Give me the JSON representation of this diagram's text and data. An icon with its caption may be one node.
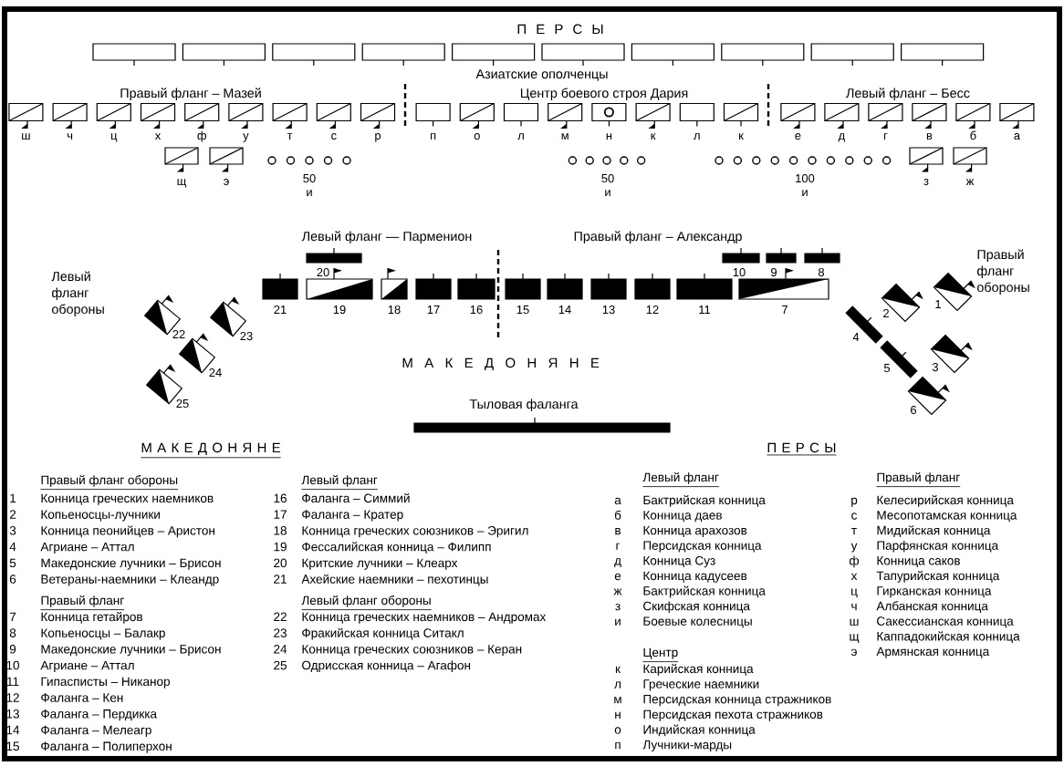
{
  "diagram": {
    "nodes": [
      {
        "text": [],
        "shape": "box"
      },
      {
        "text": [],
        "shape": "box"
      },
      {
        "text": [],
        "shape": "box"
      },
      {
        "text": [],
        "shape": "box"
      },
      {
        "text": [],
        "shape": "box"
      },
      {
        "text": [],
        "shape": "box"
      },
      {
        "text": [],
        "shape": "box"
      },
      {
        "text": [],
        "shape": "box"
      },
      {
        "text": [],
        "shape": "box"
      },
      {
        "text": [],
        "shape": "box"
      },
      {
        "text": [],
        "shape": "box",
        "beside": [
          "ш"
        ]
      },
      {
        "text": [],
        "shape": "box",
        "beside": [
          "ч"
        ]
      },
      {
        "text": [],
        "shape": "box",
        "beside": [
          "ц"
        ]
      },
      {
        "text": [],
        "shape": "box",
        "beside": [
          "х"
        ]
      },
      {
        "text": [],
        "shape": "box",
        "beside": [
          "ф"
        ]
      },
      {
        "text": [],
        "shape": "box",
        "beside": [
          "у"
        ]
      },
      {
        "text": [],
        "shape": "box",
        "beside": [
          "т"
        ]
      },
      {
        "text": [],
        "shape": "box",
        "beside": [
          "с"
        ]
      },
      {
        "text": [],
        "shape": "box",
        "beside": [
          "р"
        ]
      },
      {
        "text": [],
        "shape": "box",
        "beside": [
          "п"
        ]
      },
      {
        "text": [],
        "shape": "box",
        "beside": [
          "о"
        ]
      },
      {
        "text": [],
        "shape": "box",
        "beside": [
          "л"
        ]
      },
      {
        "text": [],
        "shape": "box",
        "beside": [
          "м"
        ]
      },
      {
        "text": [],
        "shape": "box",
        "beside": [
          "н"
        ]
      },
      {
        "text": [],
        "shape": "box",
        "beside": [
          "к"
        ]
      },
      {
        "text": [],
        "shape": "box",
        "beside": [
          "л"
        ]
      },
      {
        "text": [],
        "shape": "box",
        "beside": [
          "к"
        ]
      },
      {
        "text": [],
        "shape": "box",
        "beside": [
          "е"
        ]
      },
      {
        "text": [],
        "shape": "box",
        "beside": [
          "д"
        ]
      },
      {
        "text": [],
        "shape": "box",
        "beside": [
          "г"
        ]
      },
      {
        "text": [],
        "shape": "box",
        "beside": [
          "в"
        ]
      },
      {
        "text": [],
        "shape": "box",
        "beside": [
          "б"
        ]
      },
      {
        "text": [],
        "shape": "box",
        "beside": [
          "а"
        ]
      },
      {
        "text": [],
        "shape": "box",
        "beside": [
          "щ"
        ]
      },
      {
        "text": [],
        "shape": "box",
        "beside": [
          "э"
        ]
      },
      {
        "text": [],
        "shape": "box",
        "beside": [
          "з"
        ]
      },
      {
        "text": [],
        "shape": "box",
        "beside": [
          "ж"
        ]
      },
      {
        "text": [],
        "shape": "box",
        "beside": [
          "22"
        ]
      },
      {
        "text": [],
        "shape": "box",
        "beside": [
          "23"
        ]
      },
      {
        "text": [],
        "shape": "box",
        "beside": [
          "24"
        ]
      },
      {
        "text": [],
        "shape": "box",
        "beside": [
          "25"
        ]
      },
      {
        "text": [],
        "shape": "bar",
        "beside": [
          "20"
        ]
      },
      {
        "text": [],
        "shape": "bar",
        "beside": [
          "21"
        ]
      },
      {
        "text": [],
        "shape": "box",
        "beside": [
          "19"
        ]
      },
      {
        "text": [],
        "shape": "box",
        "beside": [
          "18"
        ]
      },
      {
        "text": [],
        "shape": "bar",
        "beside": [
          "17"
        ]
      },
      {
        "text": [],
        "shape": "bar",
        "beside": [
          "16"
        ]
      },
      {
        "text": [],
        "shape": "bar",
        "beside": [
          "15"
        ]
      },
      {
        "text": [],
        "shape": "bar",
        "beside": [
          "14"
        ]
      },
      {
        "text": [],
        "shape": "bar",
        "beside": [
          "13"
        ]
      },
      {
        "text": [],
        "shape": "bar",
        "beside": [
          "12"
        ]
      },
      {
        "text": [],
        "shape": "bar",
        "beside": [
          "11"
        ]
      },
      {
        "text": [],
        "shape": "box",
        "beside": [
          "7"
        ]
      },
      {
        "text": [],
        "shape": "bar",
        "beside": [
          "10"
        ]
      },
      {
        "text": [],
        "shape": "bar",
        "beside": [
          "9"
        ]
      },
      {
        "text": [],
        "shape": "bar",
        "beside": [
          "8"
        ]
      },
      {
        "text": [],
        "shape": "box",
        "beside": [
          "1"
        ]
      },
      {
        "text": [],
        "shape": "box",
        "beside": [
          "2"
        ]
      },
      {
        "text": [],
        "shape": "box",
        "beside": [
          "3"
        ]
      },
      {
        "text": [],
        "shape": "bar",
        "beside": [
          "4"
        ]
      },
      {
        "text": [],
        "shape": "bar",
        "beside": [
          "5"
        ]
      },
      {
        "text": [],
        "shape": "box",
        "beside": [
          "6"
        ]
      },
      {
        "text": [],
        "shape": "bar",
        "beside": [
          "Тыловая фаланга"
        ]
      }
    ],
    "labels": [
      "П Е Р С Ы",
      "Азиатские ополченцы",
      "Правый фланг – Мазей",
      "Центр боевого строя Дария",
      "Левый фланг – Бесс",
      "50",
      "и",
      "50",
      "и",
      "100",
      "и",
      "Левый фланг — Парменион",
      "Правый фланг – Александр",
      "Правый фланг обороны",
      "Левый фланг обороны",
      "М А К Е Д О Н Я Н Е",
      "М А К Е Д О Н Я Н Е",
      "П Е Р С Ы",
      "Правый фланг обороны",
      "1",
      "Конница греческих наемников",
      "2",
      "Копьеносцы-лучники",
      "3",
      "Конница пеонийцев – Аристон",
      "4",
      "Агриане – Аттал",
      "5",
      "Македонские лучники – Брисон",
      "6",
      "Ветераны-наемники – Клеандр",
      "Правый фланг",
      "7",
      "Конница гетайров",
      "8",
      "Копьеносцы – Балакр",
      "9",
      "Македонские лучники – Брисон",
      "10",
      "Агриане – Аттал",
      "11",
      "Гипасписты – Никанор",
      "12",
      "Фаланга – Кен",
      "13",
      "Фаланга – Пердикка",
      "14",
      "Фаланга – Мелеагр",
      "15",
      "Фаланга – Полиперхон",
      "Левый фланг",
      "16",
      "Фаланга – Симмий",
      "17",
      "Фаланга – Кратер",
      "18",
      "Конница греческих союзников – Эригил",
      "19",
      "Фессалийская конница – Филипп",
      "20",
      "Критские лучники – Клеарх",
      "21",
      "Ахейские наемники – пехотинцы",
      "Левый фланг обороны",
      "22",
      "Конница греческих наемников – Андромах",
      "23",
      "Фракийская конница Ситакл",
      "24",
      "Конница греческих союзников – Керан",
      "25",
      "Одрисская конница – Агафон",
      "Левый фланг",
      "а",
      "Бактрийская конница",
      "б",
      "Конница даев",
      "в",
      "Конница арахозов",
      "г",
      "Персидская конница",
      "д",
      "Конница Суз",
      "е",
      "Конница кадусеев",
      "ж",
      "Бактрийская конница",
      "з",
      "Скифская конница",
      "и",
      "Боевые колесницы",
      "Центр",
      "к",
      "Карийская конница",
      "л",
      "Греческие наемники",
      "м",
      "Персидская конница стражников",
      "н",
      "Персидская пехота стражников",
      "о",
      "Индийская конница",
      "п",
      "Лучники-марды",
      "Правый фланг",
      "р",
      "Келесирийская конница",
      "с",
      "Месопотамская конница",
      "т",
      "Мидийская конница",
      "у",
      "Парфянская конница",
      "ф",
      "Конница саков",
      "х",
      "Тапурийская конница",
      "ц",
      "Гирканская конница",
      "ч",
      "Албанская конница",
      "ш",
      "Сакессианская конница",
      "щ",
      "Каппадокийская конница",
      "э",
      "Армянская конница"
    ]
  }
}
